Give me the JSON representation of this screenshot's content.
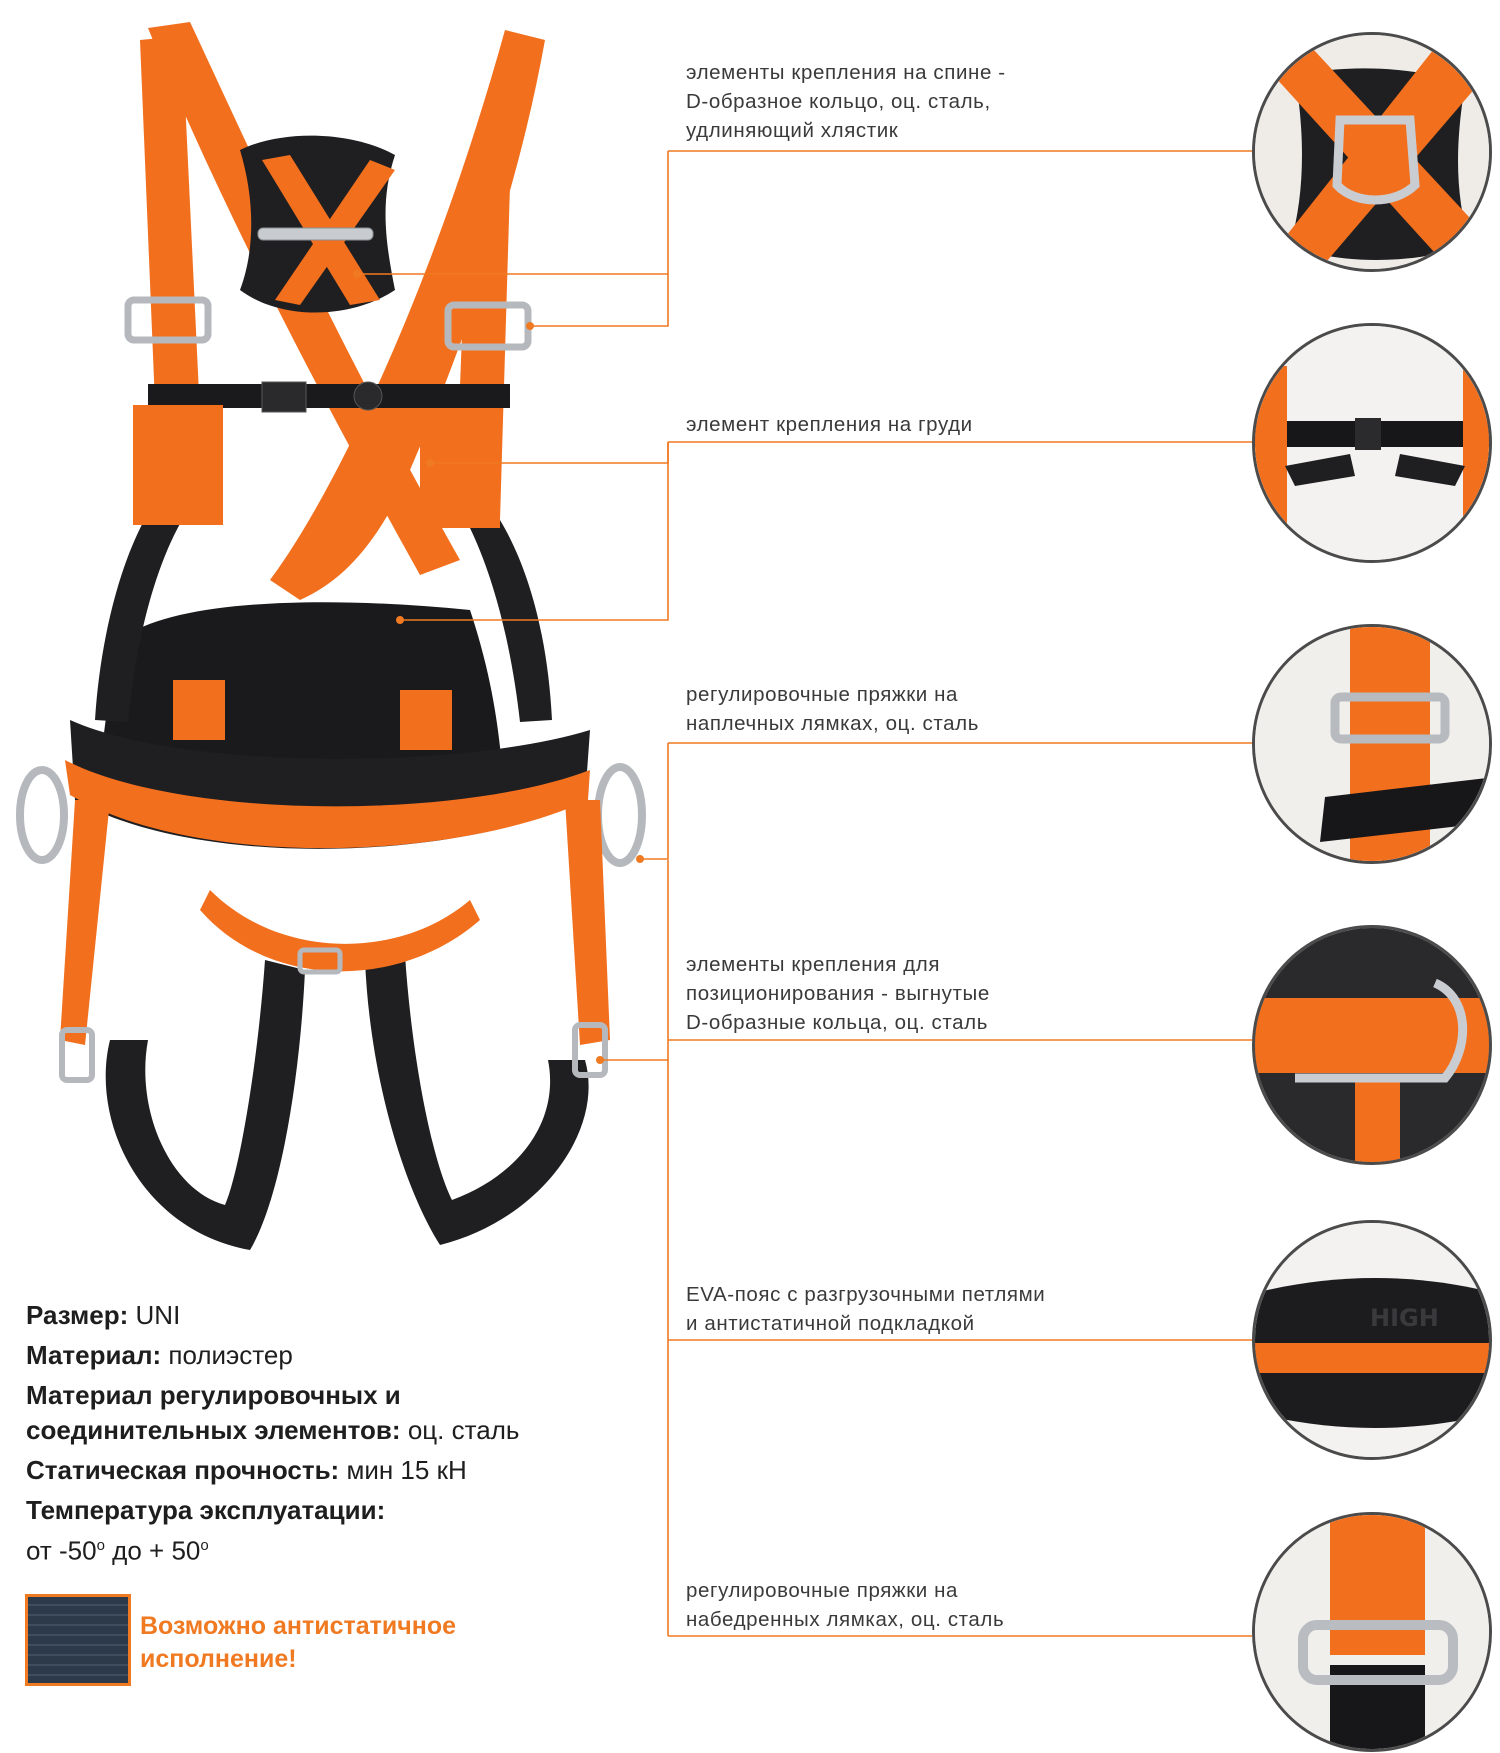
{
  "callouts": [
    {
      "lines": [
        "элементы крепления на спине -",
        "D-образное кольцо, оц. сталь,",
        "удлиняющий хлястик"
      ]
    },
    {
      "lines": [
        "элемент крепления на груди"
      ]
    },
    {
      "lines": [
        "регулировочные пряжки на",
        "наплечных лямках, оц. сталь"
      ]
    },
    {
      "lines": [
        "элементы крепления для",
        "позиционирования - выгнутые",
        "D-образные кольца, оц. сталь"
      ]
    },
    {
      "lines": [
        "EVA-пояс с разгрузочными петлями",
        "и антистатичной подкладкой"
      ]
    },
    {
      "lines": [
        "регулировочные пряжки на",
        "набедренных лямках, оц. сталь"
      ]
    }
  ],
  "specs": {
    "size_label": "Размер:",
    "size_value": "UNI",
    "material_label": "Материал:",
    "material_value": "полиэстер",
    "adj_material_label_1": "Материал регулировочных и",
    "adj_material_label_2": "соединительных элементов:",
    "adj_material_value": "оц. сталь",
    "strength_label": "Статическая прочность:",
    "strength_value": "мин 15 кН",
    "temp_label": "Температура эксплуатации:",
    "temp_from": "от -50",
    "temp_deg": "o",
    "temp_mid": " до + 50",
    "temp_deg2": "o"
  },
  "antistatic": {
    "line1": "Возможно антистатичное",
    "line2": "исполнение!"
  },
  "belt_logo": "HIGH",
  "colors": {
    "orange": "#f07a22",
    "strap_orange": "#f26f1d",
    "black": "#1f1f22",
    "text": "#3a3a3a",
    "circle_border": "#4b4b4b"
  }
}
